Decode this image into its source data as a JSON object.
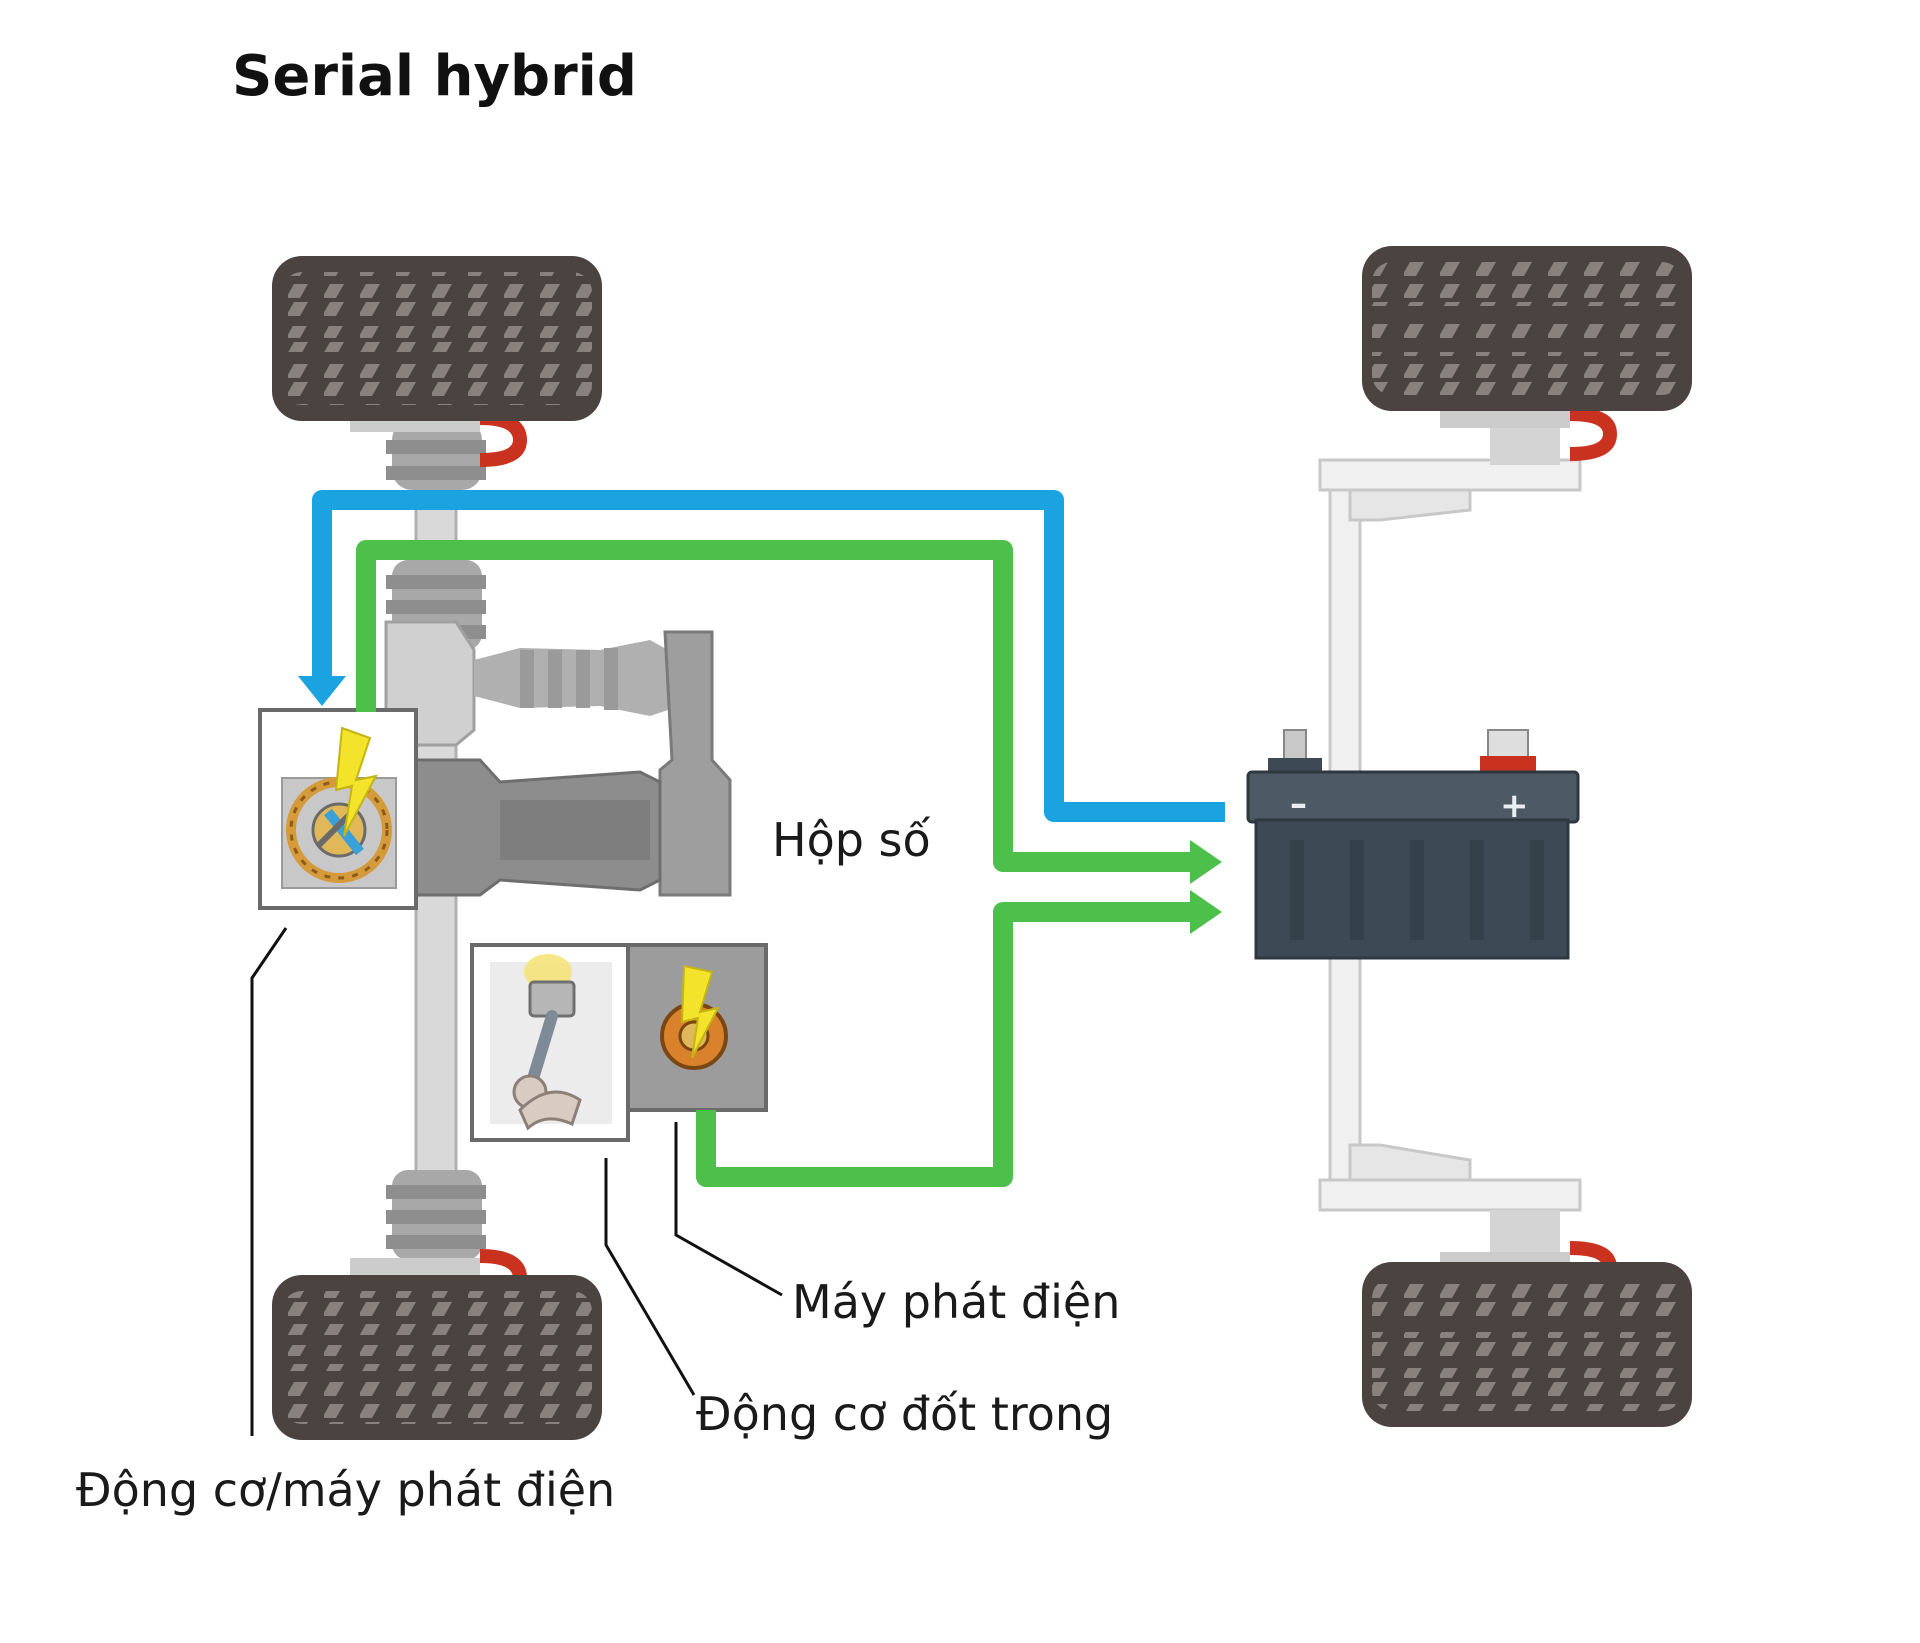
{
  "title": "Serial hybrid",
  "labels": {
    "gearbox": "Hộp số",
    "generator": "Máy phát điện",
    "combustion_engine": "Động cơ đốt trong",
    "motor_generator": "Động cơ/máy phát điện"
  },
  "battery": {
    "minus": "–",
    "plus": "+"
  },
  "colors": {
    "electric_to_motor": "#1aa3e0",
    "electric_flow": "#4cc04a",
    "tire": "#4a4340",
    "axle": "#cfcfcf",
    "battery_body": "#3d4a55",
    "background": "#ffffff"
  },
  "icons": [
    "tire-icon",
    "battery-icon",
    "piston-icon",
    "lightning-icon",
    "motor-coil-icon",
    "gearbox-icon"
  ]
}
